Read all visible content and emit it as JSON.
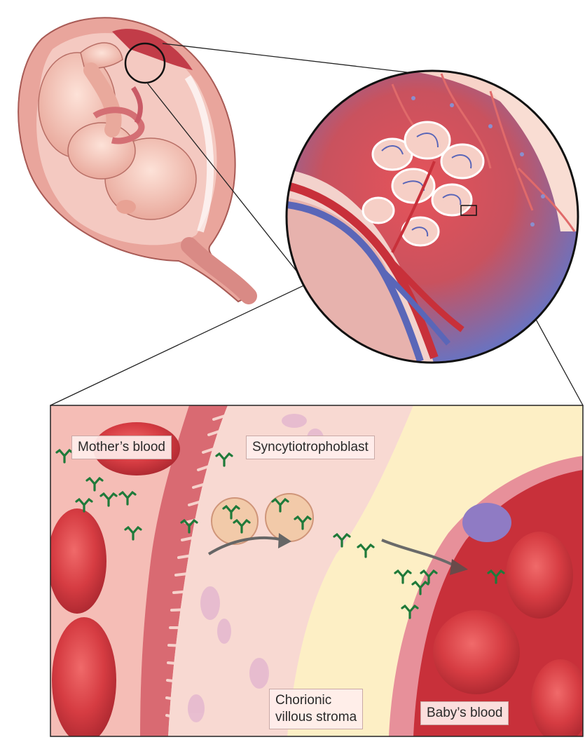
{
  "labels": {
    "mothers_blood": "Mother’s blood",
    "syncytiotrophoblast": "Syncytiotrophoblast",
    "chorionic_line1": "Chorionic",
    "chorionic_line2": "villous stroma",
    "babys_blood": "Baby’s blood"
  },
  "colors": {
    "antibody": "#1f7a3a",
    "maternal_blood": "#f3b6b0",
    "fetal_vessel": "#c8303a",
    "syncytio": "#f5cfc9",
    "stroma": "#fbe9b8",
    "vein": "#5a66b8"
  },
  "icons": {
    "antibody": "antibody-icon",
    "arrow": "transport-arrow-icon"
  }
}
